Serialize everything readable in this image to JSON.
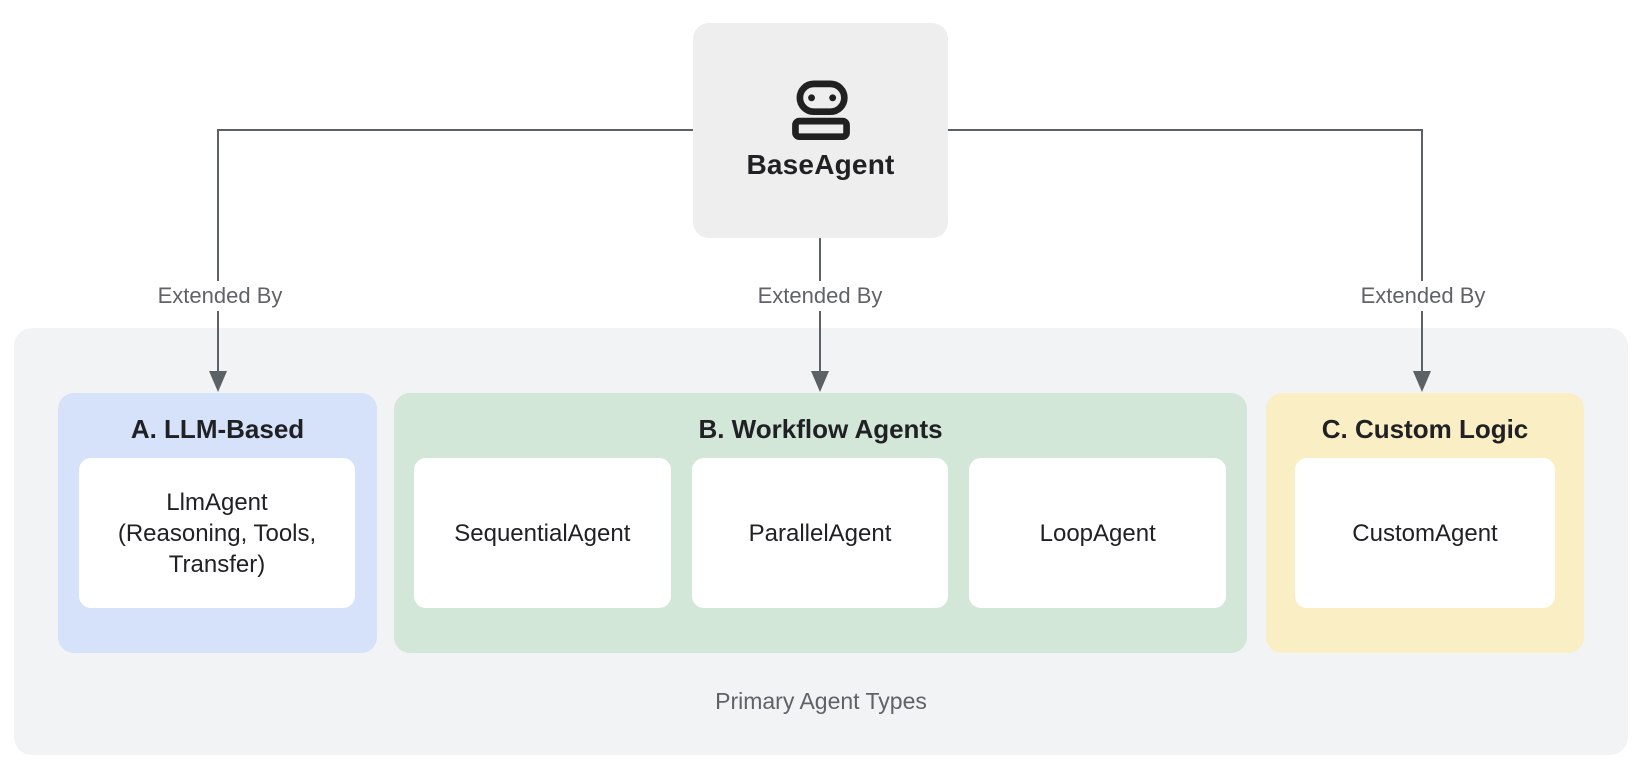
{
  "root": {
    "label": "BaseAgent",
    "icon": "robot-icon"
  },
  "edges": [
    {
      "label": "Extended By"
    },
    {
      "label": "Extended By"
    },
    {
      "label": "Extended By"
    }
  ],
  "groups": [
    {
      "title": "A. LLM-Based",
      "color": "#d5e2fa",
      "cards": [
        {
          "label": "LlmAgent\n(Reasoning, Tools,\nTransfer)"
        }
      ]
    },
    {
      "title": "B. Workflow Agents",
      "color": "#d2e7d8",
      "cards": [
        {
          "label": "SequentialAgent"
        },
        {
          "label": "ParallelAgent"
        },
        {
          "label": "LoopAgent"
        }
      ]
    },
    {
      "title": "C. Custom Logic",
      "color": "#faeec5",
      "cards": [
        {
          "label": "CustomAgent"
        }
      ]
    }
  ],
  "container": {
    "caption": "Primary Agent Types"
  },
  "colors": {
    "canvas": "#ffffff",
    "container_bg": "#f1f3f4",
    "root_node_bg": "#eeeeee",
    "connector": "#5b6165",
    "heading_text": "#202124",
    "muted_text": "#5f6368"
  }
}
